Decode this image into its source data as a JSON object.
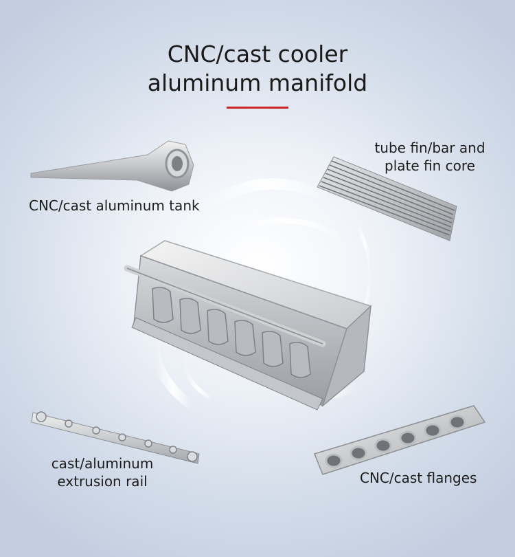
{
  "title": {
    "line1": "CNC/cast cooler",
    "line2": "aluminum manifold"
  },
  "accent_color": "#d0222a",
  "labels": {
    "tank": "CNC/cast aluminum tank",
    "core_line1": "tube fin/bar and",
    "core_line2": "plate fin core",
    "rail_line1": "cast/aluminum",
    "rail_line2": "extrusion rail",
    "flanges": "CNC/cast flanges"
  },
  "images": [
    "aluminum-tank-image",
    "fin-core-image",
    "intake-manifold-image",
    "extrusion-rail-image",
    "flange-image"
  ]
}
